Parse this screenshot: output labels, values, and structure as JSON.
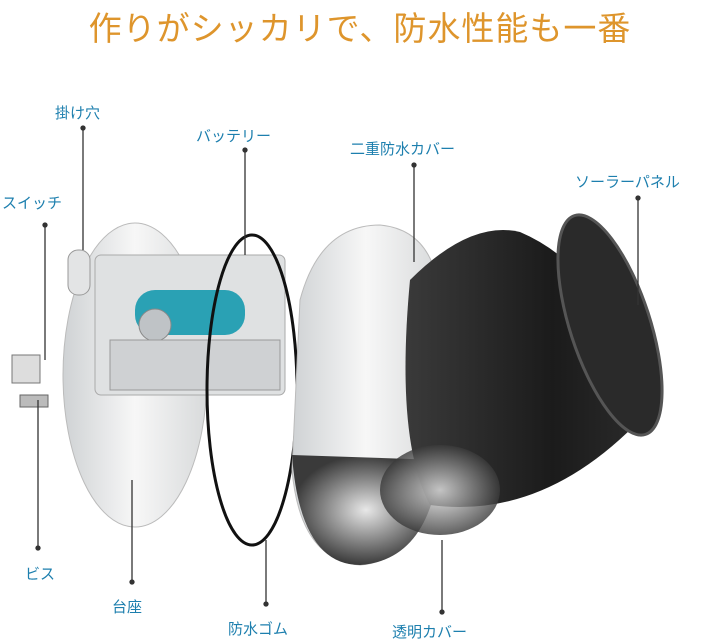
{
  "title": "作りがシッカリで、防水性能も一番",
  "labels": {
    "hook_hole": "掛け穴",
    "switch": "スイッチ",
    "battery": "バッテリー",
    "double_cover": "二重防水カバー",
    "solar_panel": "ソーラーパネル",
    "screw": "ビス",
    "base": "台座",
    "rubber": "防水ゴム",
    "clear_cover": "透明カバー"
  },
  "colors": {
    "title": "#de952c",
    "label": "#1d7fae"
  }
}
